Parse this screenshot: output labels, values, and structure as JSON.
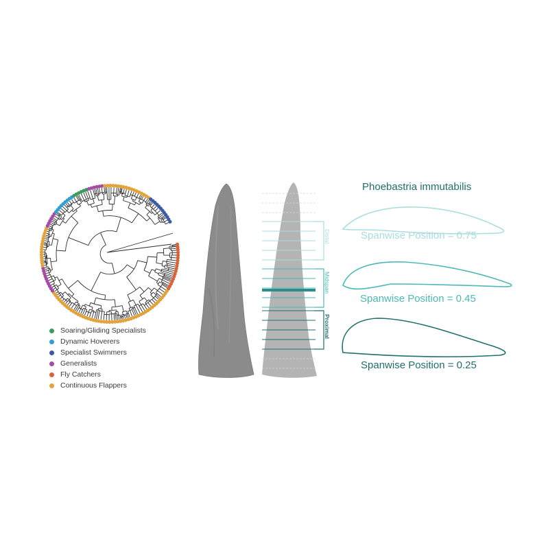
{
  "legend": {
    "items": [
      {
        "label": "Soaring/Gliding Specialists",
        "color": "#3a9b5c"
      },
      {
        "label": "Dynamic Hoverers",
        "color": "#2f9fd6"
      },
      {
        "label": "Specialist Swimmers",
        "color": "#3b5aa8"
      },
      {
        "label": "Generalists",
        "color": "#a74aa5"
      },
      {
        "label": "Fly Catchers",
        "color": "#d8643a"
      },
      {
        "label": "Continuous Flappers",
        "color": "#e3a33b"
      }
    ]
  },
  "zones": {
    "distal": "Distal",
    "midspan": "Midspan",
    "proximal": "Proximal"
  },
  "species_name": "Phoebastria immutabilis",
  "sections": [
    {
      "label": "Spanwise Position = 0.75",
      "color": "#a8dedd"
    },
    {
      "label": "Spanwise Position = 0.45",
      "color": "#4bb9b7"
    },
    {
      "label": "Spanwise Position = 0.25",
      "color": "#1f6f6c"
    }
  ],
  "colors": {
    "mesh_gray": "#8a8a8a",
    "tree_line": "#2a2a2a",
    "slice_line": "#2a8f8b"
  }
}
